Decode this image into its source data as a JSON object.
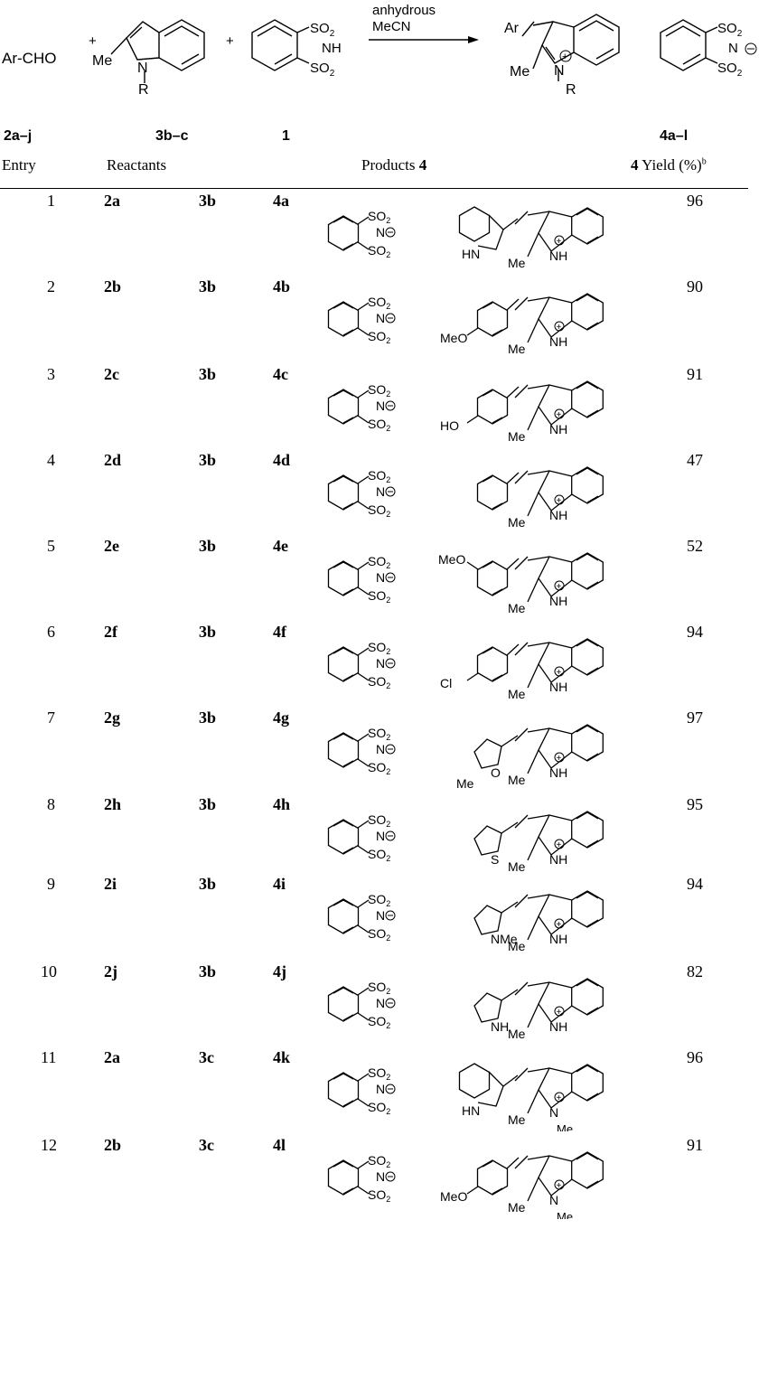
{
  "scheme": {
    "reagent_label": "Ar-CHO",
    "reagent_id": "2a–j",
    "indole_id": "3b–c",
    "sulfonimide_id": "1",
    "product_id": "4a–l",
    "condition_line1": "anhydrous",
    "condition_line2": "MeCN",
    "ar_label": "Ar",
    "me_label": "Me",
    "r_label": "R",
    "n_label": "N",
    "nh_label": "NH",
    "so2_label": "SO",
    "plus": "+"
  },
  "table": {
    "headers": {
      "entry": "Entry",
      "reactants": "Reactants",
      "products_prefix": "Products",
      "products_bold": "4",
      "yield_bold": "4",
      "yield_text": "Yield (%)",
      "yield_sup": "b"
    },
    "rows": [
      {
        "entry": "1",
        "aldehyde": "2a",
        "indole": "3b",
        "product": "4a",
        "yield": "96",
        "ar": "indol-3-yl",
        "r": "H"
      },
      {
        "entry": "2",
        "aldehyde": "2b",
        "indole": "3b",
        "product": "4b",
        "yield": "90",
        "ar": "4-MeO-phenyl",
        "r": "H"
      },
      {
        "entry": "3",
        "aldehyde": "2c",
        "indole": "3b",
        "product": "4c",
        "yield": "91",
        "ar": "4-HO-phenyl",
        "r": "H"
      },
      {
        "entry": "4",
        "aldehyde": "2d",
        "indole": "3b",
        "product": "4d",
        "yield": "47",
        "ar": "phenyl",
        "r": "H"
      },
      {
        "entry": "5",
        "aldehyde": "2e",
        "indole": "3b",
        "product": "4e",
        "yield": "52",
        "ar": "3-MeO-phenyl",
        "r": "H"
      },
      {
        "entry": "6",
        "aldehyde": "2f",
        "indole": "3b",
        "product": "4f",
        "yield": "94",
        "ar": "4-Cl-phenyl",
        "r": "H"
      },
      {
        "entry": "7",
        "aldehyde": "2g",
        "indole": "3b",
        "product": "4g",
        "yield": "97",
        "ar": "5-Me-furan-2-yl",
        "r": "H"
      },
      {
        "entry": "8",
        "aldehyde": "2h",
        "indole": "3b",
        "product": "4h",
        "yield": "95",
        "ar": "thiophen-2-yl",
        "r": "H"
      },
      {
        "entry": "9",
        "aldehyde": "2i",
        "indole": "3b",
        "product": "4i",
        "yield": "94",
        "ar": "N-Me-pyrrol-2-yl",
        "r": "H"
      },
      {
        "entry": "10",
        "aldehyde": "2j",
        "indole": "3b",
        "product": "4j",
        "yield": "82",
        "ar": "pyrrol-2-yl",
        "r": "H"
      },
      {
        "entry": "11",
        "aldehyde": "2a",
        "indole": "3c",
        "product": "4k",
        "yield": "96",
        "ar": "indol-3-yl",
        "r": "Me"
      },
      {
        "entry": "12",
        "aldehyde": "2b",
        "indole": "3c",
        "product": "4l",
        "yield": "91",
        "ar": "4-MeO-phenyl",
        "r": "Me"
      }
    ],
    "substituent_labels": {
      "meo": "MeO",
      "ho": "HO",
      "cl": "Cl",
      "hn": "HN",
      "o": "O",
      "s": "S",
      "nme": "NMe",
      "nh": "NH",
      "h": "H"
    }
  }
}
